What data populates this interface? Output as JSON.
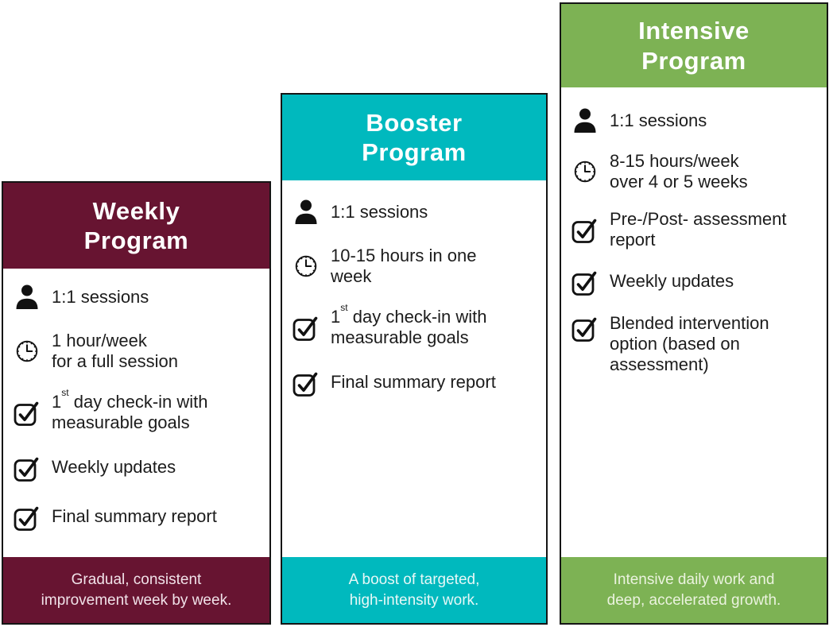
{
  "page": {
    "background_color": "#FFFFFF",
    "border_color": "#151515",
    "body_text_color": "#1C1C1C"
  },
  "cards": [
    {
      "id": "weekly",
      "title_lines": [
        "Weekly",
        "Program"
      ],
      "accent_color": "#671431",
      "header_text_color": "#FFFFFF",
      "tagline_color": "#F1E2E9",
      "tagline_lines": [
        "Gradual, consistent",
        "improvement week by week."
      ],
      "items": [
        {
          "icon": "person-icon",
          "lines": [
            [
              {
                "t": "1:1 sessions"
              }
            ]
          ]
        },
        {
          "icon": "clock-icon",
          "lines": [
            [
              {
                "t": "1 hour/week"
              }
            ],
            [
              {
                "t": "for a full session"
              }
            ]
          ]
        },
        {
          "icon": "checkbox-icon",
          "lines": [
            [
              {
                "t": "1"
              },
              {
                "sup": "st"
              },
              {
                "t": " day check-in with"
              }
            ],
            [
              {
                "t": "measurable goals"
              }
            ]
          ]
        },
        {
          "icon": "checkbox-icon",
          "lines": [
            [
              {
                "t": "Weekly updates"
              }
            ]
          ]
        },
        {
          "icon": "checkbox-icon",
          "lines": [
            [
              {
                "t": "Final summary report"
              }
            ]
          ]
        }
      ]
    },
    {
      "id": "booster",
      "title_lines": [
        "Booster",
        "Program"
      ],
      "accent_color": "#00B9BE",
      "header_text_color": "#FFFFFF",
      "tagline_color": "#E7F8F7",
      "tagline_lines": [
        "A boost of targeted,",
        "high-intensity work."
      ],
      "items": [
        {
          "icon": "person-icon",
          "lines": [
            [
              {
                "t": "1:1 sessions"
              }
            ]
          ]
        },
        {
          "icon": "clock-icon",
          "lines": [
            [
              {
                "t": "10-15 hours in one"
              }
            ],
            [
              {
                "t": "week"
              }
            ]
          ]
        },
        {
          "icon": "checkbox-icon",
          "lines": [
            [
              {
                "t": "1"
              },
              {
                "sup": "st"
              },
              {
                "t": " day check-in with"
              }
            ],
            [
              {
                "t": "measurable goals"
              }
            ]
          ]
        },
        {
          "icon": "checkbox-icon",
          "lines": [
            [
              {
                "t": "Final summary report"
              }
            ]
          ]
        }
      ]
    },
    {
      "id": "intensive",
      "title_lines": [
        "Intensive",
        "Program"
      ],
      "accent_color": "#7DB254",
      "header_text_color": "#FFFFFF",
      "tagline_color": "#EBF3DF",
      "tagline_lines": [
        "Intensive daily work and",
        "deep, accelerated growth."
      ],
      "items": [
        {
          "icon": "person-icon",
          "lines": [
            [
              {
                "t": "1:1 sessions"
              }
            ]
          ]
        },
        {
          "icon": "clock-icon",
          "lines": [
            [
              {
                "t": "8-15 hours/week"
              }
            ],
            [
              {
                "t": "over 4 or 5 weeks"
              }
            ]
          ]
        },
        {
          "icon": "checkbox-icon",
          "lines": [
            [
              {
                "t": "Pre-/Post- assessment"
              }
            ],
            [
              {
                "t": "report"
              }
            ]
          ]
        },
        {
          "icon": "checkbox-icon",
          "lines": [
            [
              {
                "t": "Weekly updates"
              }
            ]
          ]
        },
        {
          "icon": "checkbox-icon",
          "lines": [
            [
              {
                "t": "Blended intervention"
              }
            ],
            [
              {
                "t": "option (based on"
              }
            ],
            [
              {
                "t": "assessment)"
              }
            ]
          ]
        }
      ]
    }
  ]
}
